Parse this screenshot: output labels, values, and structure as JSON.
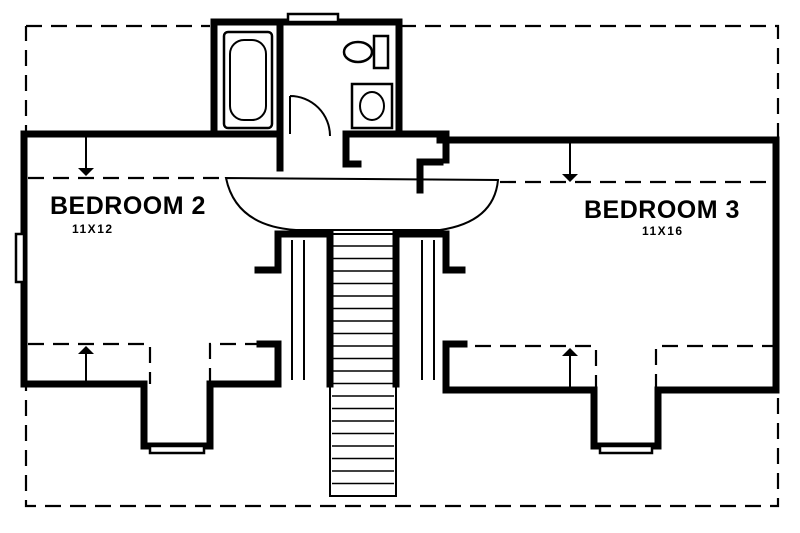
{
  "rooms": {
    "bedroom2": {
      "name": "BEDROOM 2",
      "dims": "11X12"
    },
    "bedroom3": {
      "name": "BEDROOM 3",
      "dims": "11X16"
    }
  }
}
